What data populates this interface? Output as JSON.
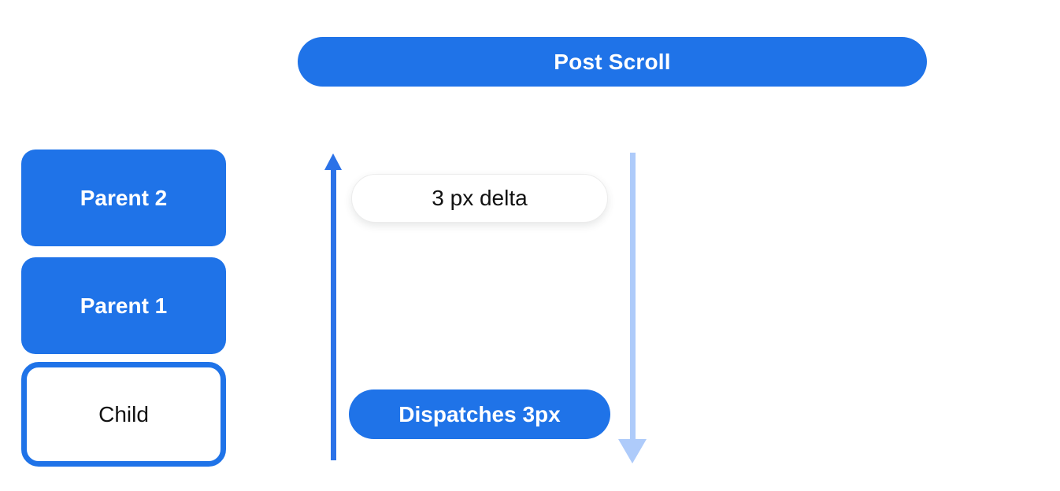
{
  "diagram": {
    "banner": {
      "label": "Post Scroll"
    },
    "nodes": [
      {
        "id": "parent-2",
        "label": "Parent 2",
        "style": "filled"
      },
      {
        "id": "parent-1",
        "label": "Parent 1",
        "style": "filled"
      },
      {
        "id": "child",
        "label": "Child",
        "style": "outlined"
      }
    ],
    "annotations": [
      {
        "id": "delta-pill",
        "label": "3 px delta",
        "style": "white-pill"
      },
      {
        "id": "dispatch-pill",
        "label": "Dispatches 3px",
        "style": "blue-pill"
      }
    ],
    "arrows": [
      {
        "id": "up-arrow",
        "direction": "up",
        "color": "#2b72e8"
      },
      {
        "id": "down-arrow",
        "direction": "down",
        "color": "#aecbfa"
      }
    ],
    "colors": {
      "primary_blue": "#1f73e8",
      "light_blue": "#aecbfa",
      "background": "#ffffff",
      "text_dark": "#111111",
      "text_light": "#ffffff"
    }
  }
}
